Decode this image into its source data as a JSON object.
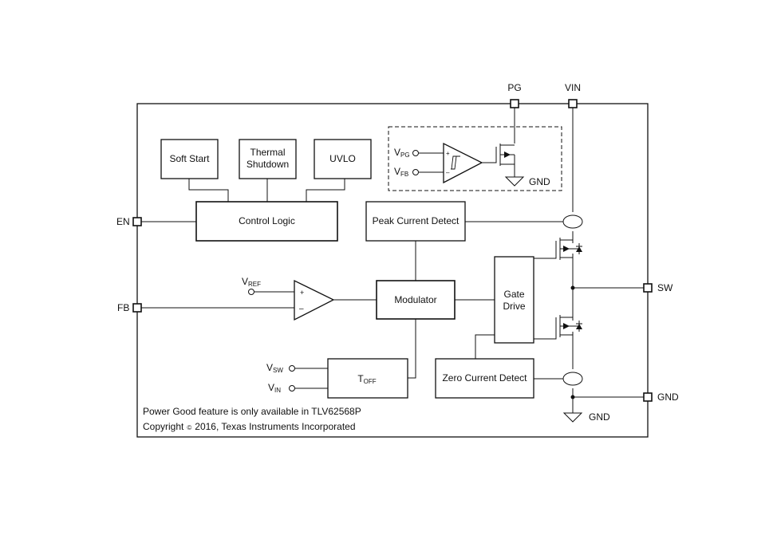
{
  "pins": {
    "pg": "PG",
    "vin": "VIN",
    "en": "EN",
    "fb": "FB",
    "sw": "SW",
    "gnd": "GND"
  },
  "blocks": {
    "soft_start": "Soft Start",
    "thermal_line1": "Thermal",
    "thermal_line2": "Shutdown",
    "uvlo": "UVLO",
    "control_logic": "Control Logic",
    "peak_current_detect": "Peak Current Detect",
    "modulator": "Modulator",
    "gate_drive_line1": "Gate",
    "gate_drive_line2": "Drive",
    "toff_main": "T",
    "toff_sub": "OFF",
    "zero_current_detect": "Zero Current Detect"
  },
  "signals": {
    "vpg_main": "V",
    "vpg_sub": "PG",
    "vfb_main": "V",
    "vfb_sub": "FB",
    "vref_main": "V",
    "vref_sub": "REF",
    "vsw_main": "V",
    "vsw_sub": "SW",
    "vin_main": "V",
    "vin_sub": "IN",
    "gnd_pg": "GND",
    "gnd_bottom": "GND",
    "plus": "+",
    "minus": "–"
  },
  "notes": {
    "line1": "Power Good feature is only available in TLV62568P",
    "line2_prefix": "Copyright",
    "copyright_symbol": "©",
    "line2_rest": "2016, Texas Instruments Incorporated"
  }
}
